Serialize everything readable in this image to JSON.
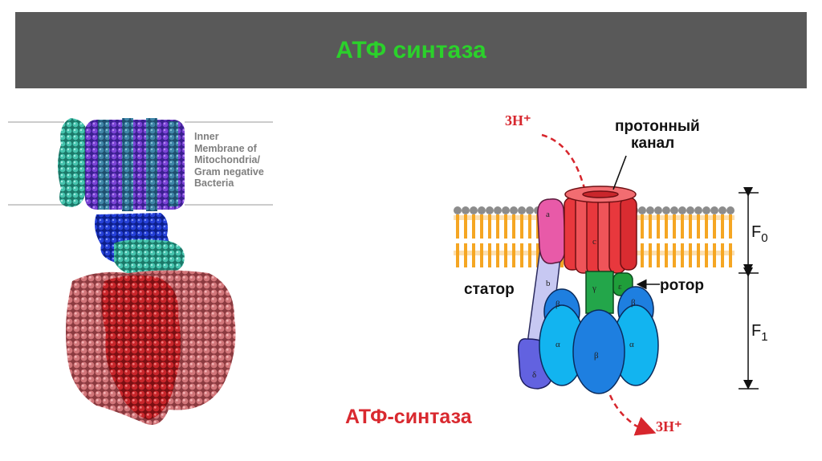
{
  "slide": {
    "title": "АТФ синтаза",
    "caption": "АТФ-синтаза"
  },
  "left_figure": {
    "membrane_note": "Inner\nMembrane of\nMitochondria/\nGram negative\nBacteria"
  },
  "right_figure": {
    "proton_in": "3H⁺",
    "proton_out": "3H⁺",
    "channel_label_1": "протонный",
    "channel_label_2": "канал",
    "stator_label": "статор",
    "rotor_label": "ротор",
    "f0_main": "F",
    "f0_sub": "0",
    "f1_main": "F",
    "f1_sub": "1",
    "subunits": {
      "a": "a",
      "b": "b",
      "c": "c",
      "gamma": "γ",
      "epsilon": "ε",
      "alpha": "α",
      "beta": "β",
      "delta": "δ"
    }
  },
  "colors": {
    "title_bar": "#595959",
    "title_text": "#2bd12b",
    "caption": "#d9292f",
    "membrane_core": "#f5a623",
    "membrane_head": "#8c8c8c",
    "c_ring": "#e8383d",
    "a_subunit": "#e85aa8",
    "b_subunit": "#c7c8f2",
    "delta_subunit": "#6262e0",
    "gamma_subunit": "#23a64a",
    "epsilon_subunit": "#1f9e3a",
    "beta_subunit": "#1e7fe0",
    "alpha_subunit": "#12b4f0",
    "proton_path": "#d7262d"
  }
}
